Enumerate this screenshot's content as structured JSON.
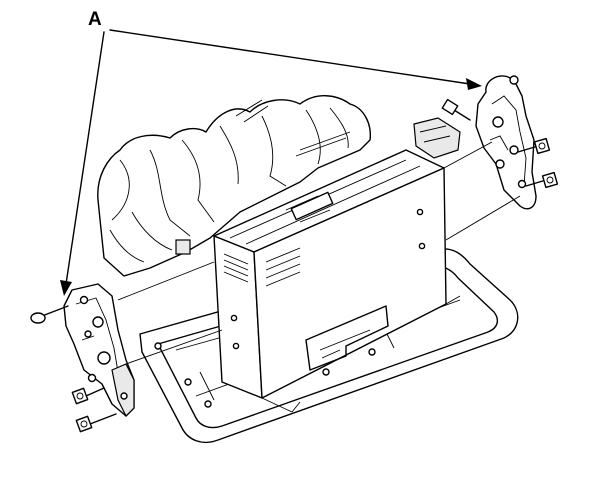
{
  "figure": {
    "callout_label": "A",
    "colors": {
      "line": "#000000",
      "background": "#ffffff",
      "shade": "#e9e9e9"
    }
  },
  "parts": [
    {
      "name": "left-bracket"
    },
    {
      "name": "right-bracket"
    },
    {
      "name": "audio-unit"
    },
    {
      "name": "glove-box-frame"
    },
    {
      "name": "dashboard-structure"
    }
  ],
  "fasteners": [
    {
      "name": "screw"
    },
    {
      "name": "bolt"
    }
  ]
}
